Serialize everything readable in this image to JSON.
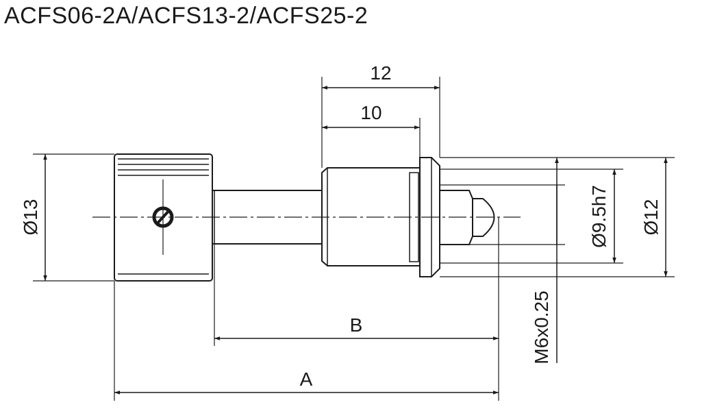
{
  "title": "ACFS06-2A/ACFS13-2/ACFS25-2",
  "dimensions": {
    "d12_top": "12",
    "d10": "10",
    "diam13": "Ø13",
    "diam9_5": "Ø9.5h7",
    "diam12": "Ø12",
    "thread": "M6x0.25",
    "B": "B",
    "A": "A"
  }
}
